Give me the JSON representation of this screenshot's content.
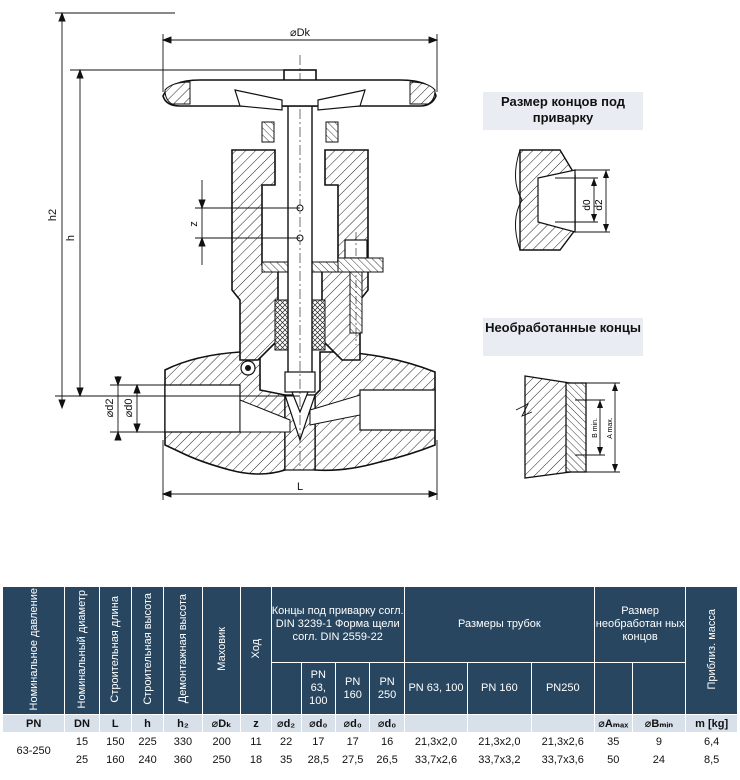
{
  "drawing": {
    "labels": {
      "dk": "⌀Dk",
      "h2": "h2",
      "h": "h",
      "z": "z",
      "d2": "⌀d2",
      "d0": "⌀d0",
      "L": "L"
    }
  },
  "weld_ends": {
    "title": "Размер концов под приварку",
    "d0": "d0",
    "d2": "d2"
  },
  "plain_ends": {
    "title": "Необработанные концы",
    "b_min": "B min.",
    "a_max": "A max."
  },
  "table": {
    "headers": {
      "nominal_pressure": "Номинальное давление",
      "nominal_diameter": "Номинальный диаметр",
      "face_length": "Строительная длина",
      "height": "Строительная высота",
      "removal_height": "Демонтажная высота",
      "handwheel": "Маховик",
      "stroke": "Ход",
      "weld_ends": "Концы под приварку согл. DIN 3239-1 Форма щели согл. DIN 2559-22",
      "pn_63_100": "PN 63, 100",
      "pn_160": "PN 160",
      "pn_250": "PN 250",
      "tube_sizes": "Размеры трубок",
      "tube_pn_63_100": "PN 63, 100",
      "tube_pn_160": "PN 160",
      "tube_pn_250": "PN250",
      "plain_ends": "Размер необработан ных концов",
      "mass": "Приблиз. масса"
    },
    "symbols": {
      "pn": "PN",
      "dn": "DN",
      "l": "L",
      "h": "h",
      "h2": "h₂",
      "dk": "⌀Dₖ",
      "z": "z",
      "d2": "⌀d₂",
      "d0_a": "⌀d₀",
      "d0_b": "⌀d₀",
      "d0_c": "⌀d₀",
      "amax": "⌀Aₘₐₓ",
      "bmin": "⌀Bₘᵢₙ",
      "mass": "m [kg]"
    },
    "pn_value": "63-250",
    "rows": [
      [
        "15",
        "150",
        "225",
        "330",
        "200",
        "11",
        "22",
        "17",
        "17",
        "16",
        "21,3x2,0",
        "21,3x2,0",
        "21,3x2,6",
        "35",
        "9",
        "6,4"
      ],
      [
        "25",
        "160",
        "240",
        "360",
        "250",
        "18",
        "35",
        "28,5",
        "27,5",
        "26,5",
        "33,7x2,6",
        "33,7x3,2",
        "33,7x3,6",
        "50",
        "24",
        "8,5"
      ]
    ]
  }
}
